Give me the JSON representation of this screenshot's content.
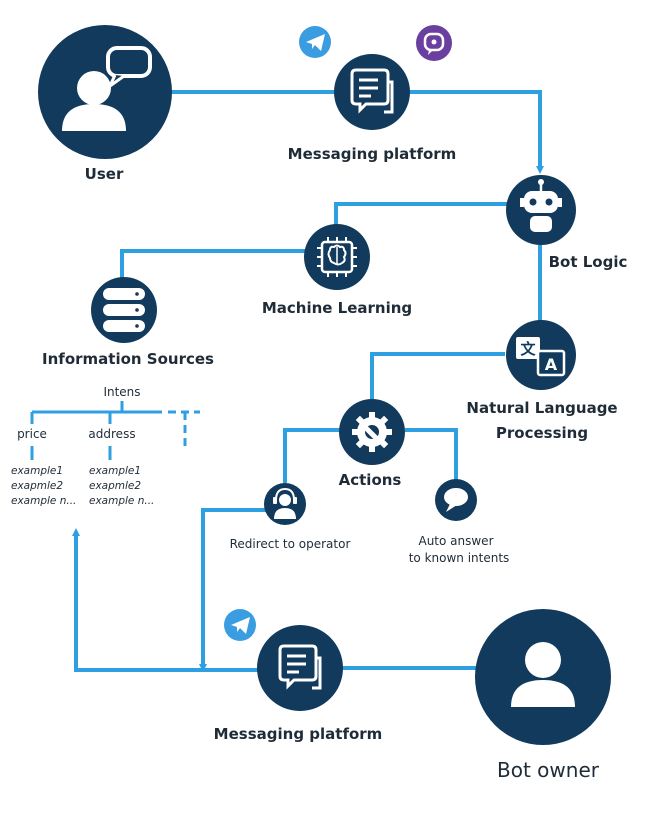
{
  "labels": {
    "user": "User",
    "messaging_top": "Messaging platform",
    "bot_logic": "Bot Logic",
    "machine_learning": "Machine Learning",
    "information_sources": "Information Sources",
    "intens": "Intens",
    "price": "price",
    "address": "address",
    "price_examples": [
      "example1",
      "exapmle2",
      "example n..."
    ],
    "address_examples": [
      "example1",
      "exapmle2",
      "example n..."
    ],
    "nlp_line1": "Natural Language",
    "nlp_line2": "Processing",
    "actions": "Actions",
    "redirect": "Redirect to operator",
    "auto_line1": "Auto answer",
    "auto_line2": "to known intents",
    "messaging_bottom": "Messaging platform",
    "bot_owner": "Bot owner"
  },
  "colors": {
    "node_fill": "#123a5c",
    "connector": "#2e9fe0",
    "telegram": "#3a9de1",
    "viber": "#6a3fa0",
    "text": "#1f2c38"
  },
  "icons": {
    "user": "user-speech-bubble-icon",
    "messaging": "chat-bubbles-icon",
    "bot": "robot-icon",
    "ml": "brain-chip-icon",
    "db": "database-icon",
    "nlp": "translate-icon",
    "actions": "gear-wrench-icon",
    "operator": "headset-operator-icon",
    "auto": "speech-bubble-icon",
    "owner": "person-icon",
    "telegram": "telegram-icon",
    "viber": "viber-icon"
  }
}
